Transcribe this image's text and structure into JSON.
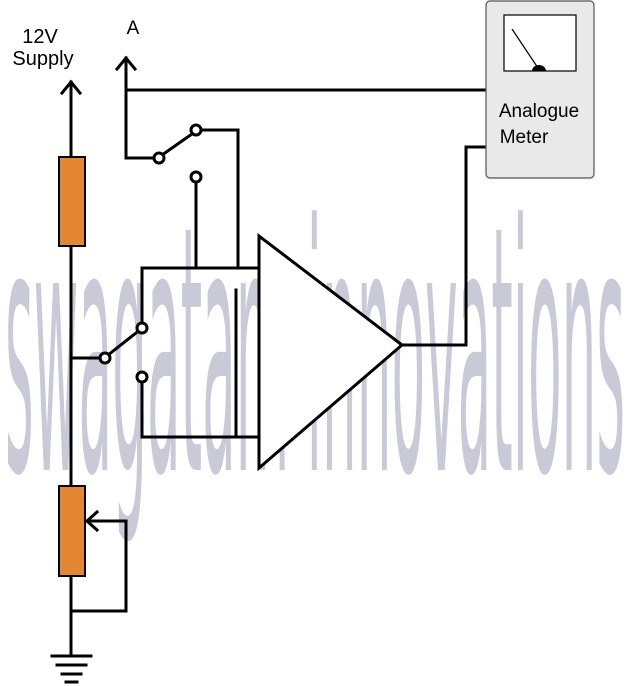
{
  "labels": {
    "supply_line1": "12V",
    "supply_line2": "Supply",
    "output_a": "A",
    "meter_line1": "Analogue",
    "meter_line2": "Meter"
  },
  "watermark": {
    "text": "swagatam innovations"
  },
  "colors": {
    "wire": "#000000",
    "resistor_fill": "#e38733",
    "meter_body": "#e9e9e9",
    "meter_face": "#ffffff",
    "watermark": "#9c9cb6"
  }
}
